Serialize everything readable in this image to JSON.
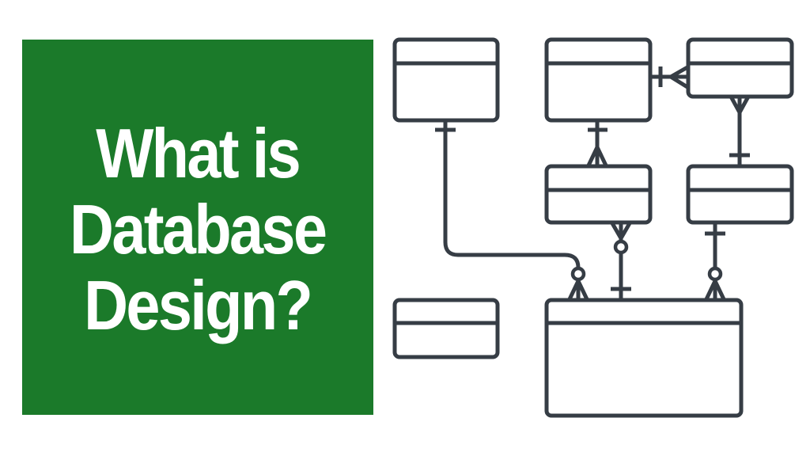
{
  "title": {
    "lines": [
      "What is",
      "Database",
      "Design?"
    ],
    "background_color": "#1b7a2a",
    "text_color": "#ffffff"
  },
  "diagram": {
    "type": "entity-relationship",
    "stroke_color": "#363d45",
    "entities": [
      {
        "id": "entity-1",
        "position": "top-left"
      },
      {
        "id": "entity-2",
        "position": "top-middle"
      },
      {
        "id": "entity-3",
        "position": "top-right"
      },
      {
        "id": "entity-4",
        "position": "middle-middle"
      },
      {
        "id": "entity-5",
        "position": "middle-right"
      },
      {
        "id": "entity-6",
        "position": "bottom-left"
      },
      {
        "id": "entity-7",
        "position": "bottom-large"
      }
    ],
    "relationships": [
      {
        "from": "entity-1",
        "to": "entity-7",
        "from_card": "one",
        "to_card": "zero-or-many"
      },
      {
        "from": "entity-2",
        "to": "entity-3",
        "from_card": "one",
        "to_card": "many"
      },
      {
        "from": "entity-2",
        "to": "entity-4",
        "from_card": "one",
        "to_card": "many"
      },
      {
        "from": "entity-3",
        "to": "entity-5",
        "from_card": "many",
        "to_card": "one"
      },
      {
        "from": "entity-4",
        "to": "entity-7",
        "from_card": "zero-or-many",
        "to_card": "one"
      },
      {
        "from": "entity-5",
        "to": "entity-7",
        "from_card": "one",
        "to_card": "zero-or-many"
      }
    ]
  }
}
